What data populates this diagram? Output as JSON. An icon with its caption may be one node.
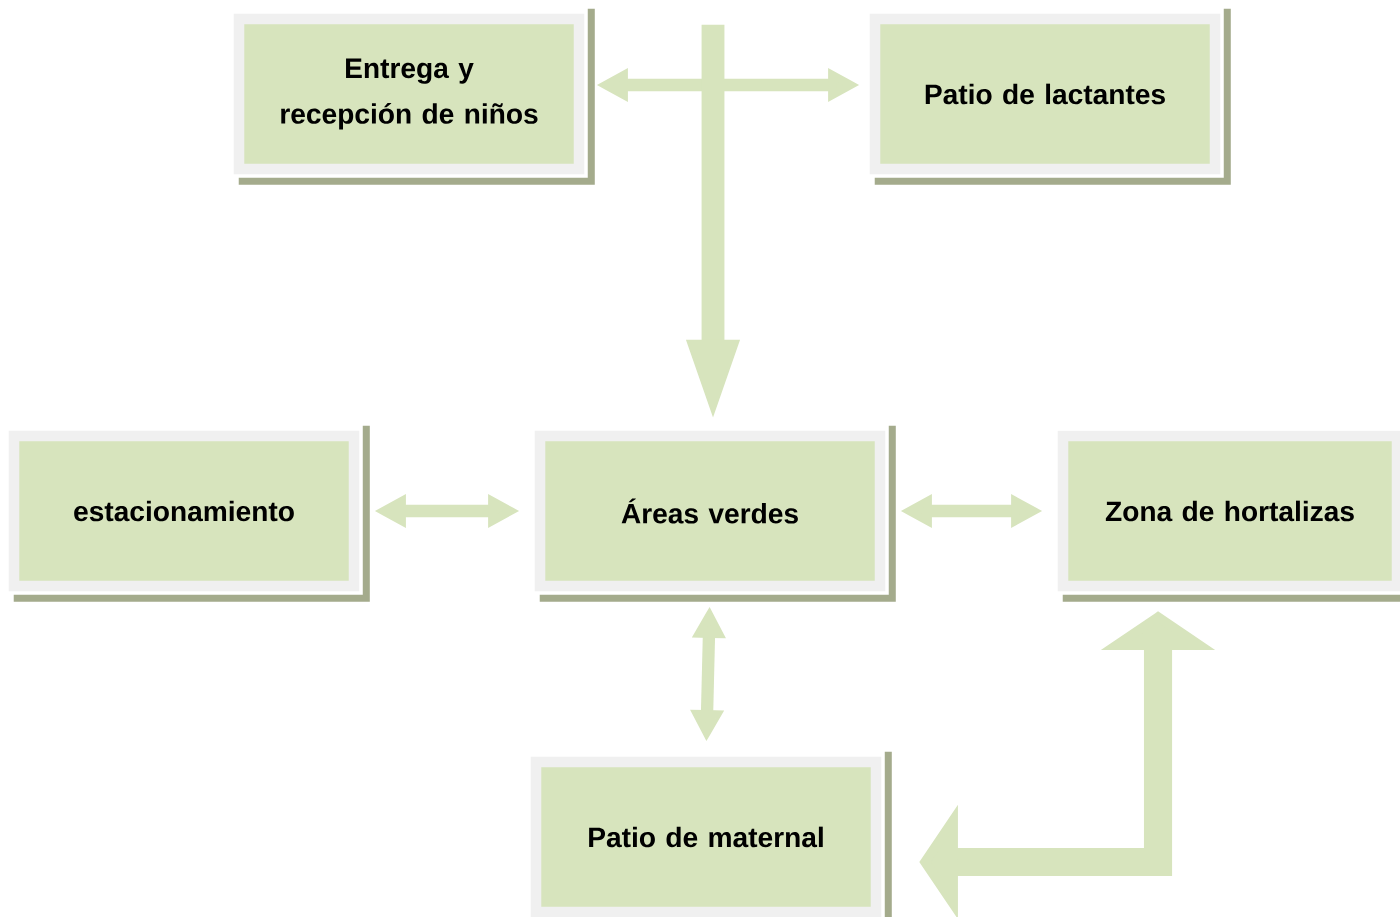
{
  "diagram": {
    "nodes": [
      {
        "text": [
          "Entrega y recepción de niños"
        ]
      },
      {
        "text": [
          "Patio de lactantes"
        ]
      },
      {
        "text": [
          "estacionamiento"
        ]
      },
      {
        "text": [
          "Áreas verdes"
        ]
      },
      {
        "text": [
          "Zona de hortalizas"
        ]
      },
      {
        "text": [
          "Patio de maternal"
        ]
      }
    ],
    "edges": [
      {
        "from": 0,
        "to": 1,
        "arrow": "both"
      },
      {
        "from": null,
        "to": 3,
        "arrow": "to",
        "style": "thick"
      },
      {
        "from": 2,
        "to": 3,
        "arrow": "both"
      },
      {
        "from": 3,
        "to": 4,
        "arrow": "both"
      },
      {
        "from": 3,
        "to": 5,
        "arrow": "both"
      },
      {
        "from": 5,
        "to": 4,
        "arrow": "both",
        "style": "thick"
      }
    ]
  }
}
